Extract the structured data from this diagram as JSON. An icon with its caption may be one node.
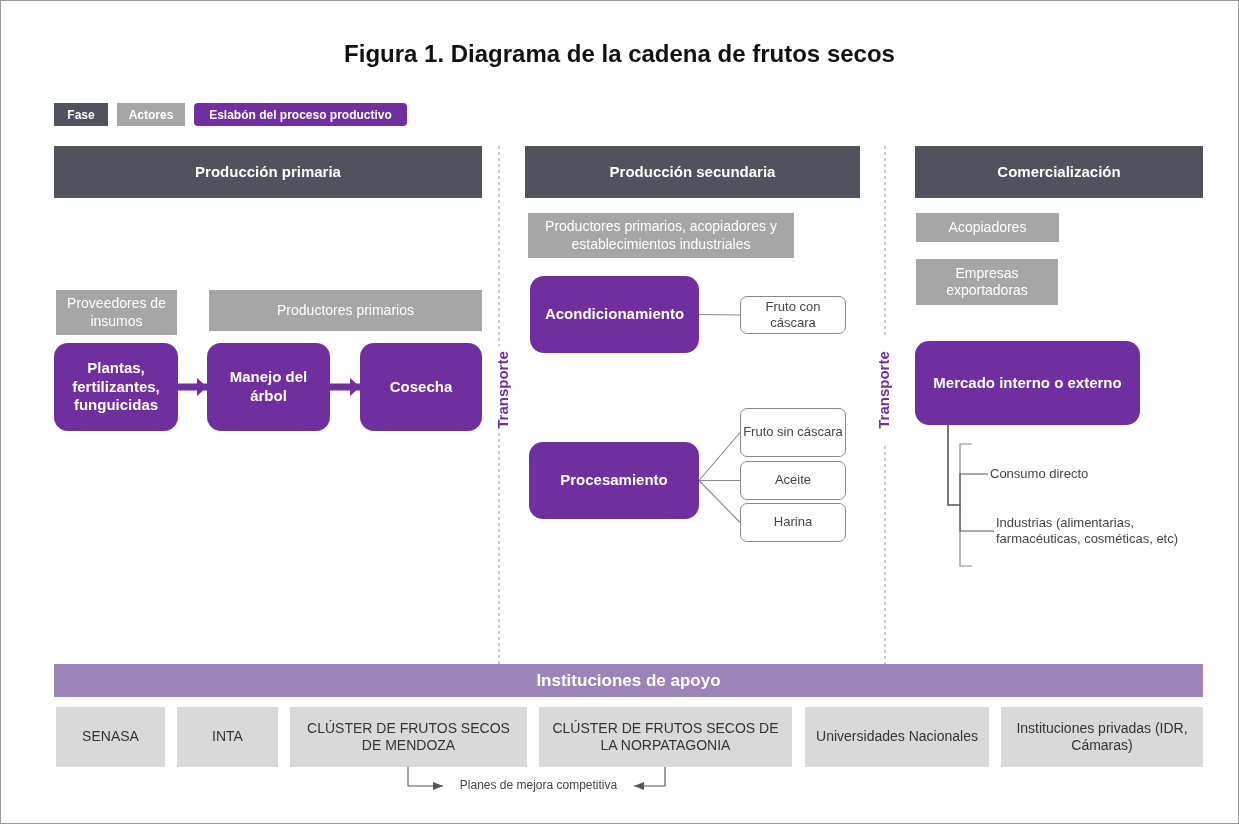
{
  "diagram": {
    "title": "Figura 1. Diagrama de la cadena de frutos secos",
    "nodes": [
      {
        "text": [
          "Producción primaria"
        ]
      },
      {
        "text": [
          "Producción secundaria"
        ]
      },
      {
        "text": [
          "Comercialización"
        ]
      },
      {
        "text": [
          "Productores primarios, acopiadores y establecimientos industriales"
        ]
      },
      {
        "text": [
          "Acopiadores"
        ]
      },
      {
        "text": [
          "Empresas exportadoras"
        ]
      },
      {
        "text": [
          "Proveedores de insumos"
        ]
      },
      {
        "text": [
          "Productores primarios"
        ]
      },
      {
        "text": [
          "Plantas, fertilizantes, funguicidas"
        ]
      },
      {
        "text": [
          "Manejo del árbol"
        ]
      },
      {
        "text": [
          "Cosecha"
        ]
      },
      {
        "text": [
          "Acondicionamiento"
        ]
      },
      {
        "text": [
          "Fruto con cáscara"
        ]
      },
      {
        "text": [
          "Procesamiento"
        ]
      },
      {
        "text": [
          "Fruto sin cáscara"
        ]
      },
      {
        "text": [
          "Aceite"
        ]
      },
      {
        "text": [
          "Harina"
        ]
      },
      {
        "text": [
          "Mercado interno o externo"
        ]
      },
      {
        "text": [
          "Consumo directo"
        ]
      },
      {
        "text": [
          "Industrias (alimentarias, farmacéuticas, cosméticas, etc)"
        ]
      },
      {
        "text": [
          "Instituciones de apoyo"
        ]
      },
      {
        "text": [
          "SENASA"
        ]
      },
      {
        "text": [
          "INTA"
        ]
      },
      {
        "text": [
          "CLÚSTER DE FRUTOS SECOS DE MENDOZA"
        ]
      },
      {
        "text": [
          "CLÚSTER DE FRUTOS SECOS DE LA NORPATAGONIA"
        ]
      },
      {
        "text": [
          "Universidades Nacionales"
        ]
      },
      {
        "text": [
          "Instituciones privadas (IDR, Cámaras)"
        ]
      },
      {
        "text": [
          "Planes de mejora competitiva"
        ]
      }
    ],
    "edges": [
      {
        "from": 8,
        "to": 9,
        "arrow": "to",
        "style": "thick"
      },
      {
        "from": 9,
        "to": 10,
        "arrow": "to",
        "style": "thick"
      },
      {
        "from": 11,
        "to": 12,
        "arrow": "none"
      },
      {
        "from": 13,
        "to": 14,
        "arrow": "none"
      },
      {
        "from": 13,
        "to": 15,
        "arrow": "none"
      },
      {
        "from": 13,
        "to": 16,
        "arrow": "none"
      },
      {
        "from": 17,
        "to": 18,
        "arrow": "none"
      },
      {
        "from": 17,
        "to": 19,
        "arrow": "none"
      },
      {
        "from": 23,
        "to": 27,
        "arrow": "to"
      },
      {
        "from": 24,
        "to": 27,
        "arrow": "to"
      }
    ],
    "labels": [
      "Transporte",
      "Transporte"
    ],
    "legend": [
      {
        "text": "Fase",
        "color": "#50525c"
      },
      {
        "text": "Actores",
        "color": "#a6a6a6"
      },
      {
        "text": "Eslabón del proceso productivo",
        "color": "#702f9e"
      }
    ]
  }
}
